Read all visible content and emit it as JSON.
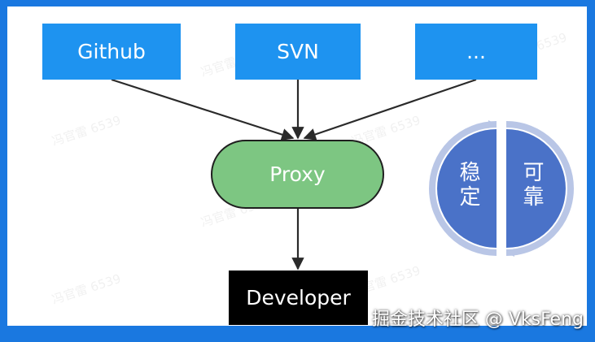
{
  "sources": [
    {
      "id": "github",
      "label": "Github"
    },
    {
      "id": "svn",
      "label": "SVN"
    },
    {
      "id": "more",
      "label": "..."
    }
  ],
  "proxy": {
    "label": "Proxy"
  },
  "developer": {
    "label": "Developer"
  },
  "badge": {
    "left_text": "稳定",
    "right_text": "可靠"
  },
  "watermarks": [
    "冯官雷 6539"
  ],
  "credit": "掘金技术社区 @ VksFeng",
  "colors": {
    "frame": "#1a78e0",
    "source_box": "#1e93f0",
    "proxy_fill": "#7dc682",
    "developer_fill": "#000000",
    "badge_fill": "#4a72c8",
    "badge_ring": "#b9c6e6"
  }
}
